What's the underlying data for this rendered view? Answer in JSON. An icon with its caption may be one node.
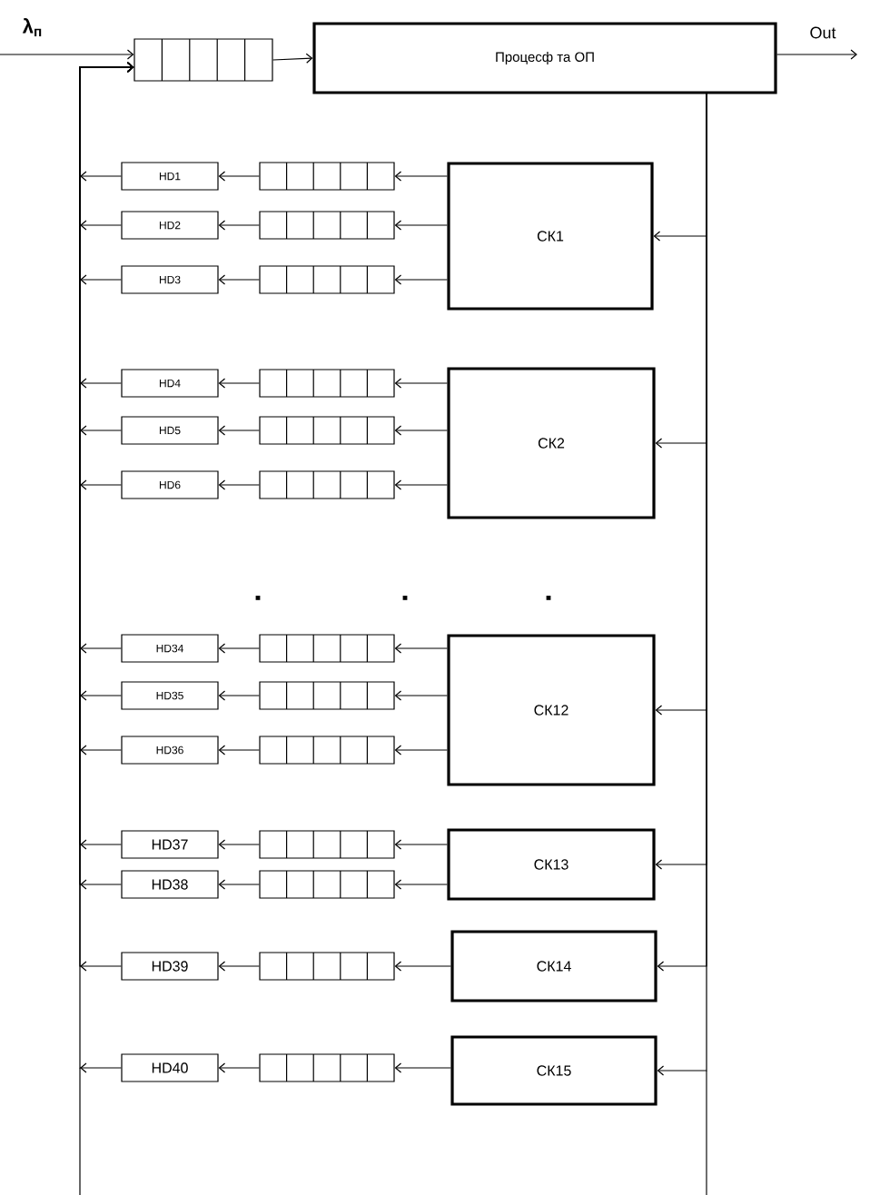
{
  "diagram": {
    "nodes": [
      {
        "text": [],
        "shape": "box"
      },
      {
        "text": [
          "Процесф та ОП"
        ]
      },
      {
        "text": [
          "HD1"
        ]
      },
      {
        "text": [],
        "shape": "box"
      },
      {
        "text": [
          "HD2"
        ]
      },
      {
        "text": [],
        "shape": "box"
      },
      {
        "text": [
          "HD3"
        ]
      },
      {
        "text": [],
        "shape": "box"
      },
      {
        "text": [
          "СК1"
        ]
      },
      {
        "text": [
          "HD4"
        ]
      },
      {
        "text": [],
        "shape": "box"
      },
      {
        "text": [
          "HD5"
        ]
      },
      {
        "text": [],
        "shape": "box"
      },
      {
        "text": [
          "HD6"
        ]
      },
      {
        "text": [],
        "shape": "box"
      },
      {
        "text": [
          "СК2"
        ]
      },
      {
        "text": [
          "HD34"
        ]
      },
      {
        "text": [],
        "shape": "box"
      },
      {
        "text": [
          "HD35"
        ]
      },
      {
        "text": [],
        "shape": "box"
      },
      {
        "text": [
          "HD36"
        ]
      },
      {
        "text": [],
        "shape": "box"
      },
      {
        "text": [
          "СК12"
        ]
      },
      {
        "text": [
          "HD37"
        ]
      },
      {
        "text": [],
        "shape": "box"
      },
      {
        "text": [
          "HD38"
        ]
      },
      {
        "text": [],
        "shape": "box"
      },
      {
        "text": [
          "СК13"
        ]
      },
      {
        "text": [
          "HD39"
        ]
      },
      {
        "text": [],
        "shape": "box"
      },
      {
        "text": [
          "СК14"
        ]
      },
      {
        "text": [
          "HD40"
        ]
      },
      {
        "text": [],
        "shape": "box"
      },
      {
        "text": [
          "СК15"
        ]
      }
    ],
    "edges": [
      {
        "from": null,
        "to": 0,
        "arrow": "to"
      },
      {
        "from": 0,
        "to": 1,
        "arrow": "to"
      },
      {
        "from": 1,
        "to": null,
        "arrow": "to",
        "label": "Out"
      },
      {
        "from": 1,
        "to": 8,
        "arrow": "to"
      },
      {
        "from": 1,
        "to": 15,
        "arrow": "to"
      },
      {
        "from": 1,
        "to": 22,
        "arrow": "to"
      },
      {
        "from": 1,
        "to": 27,
        "arrow": "to"
      },
      {
        "from": 1,
        "to": 30,
        "arrow": "to"
      },
      {
        "from": 1,
        "to": 33,
        "arrow": "to"
      },
      {
        "from": 8,
        "to": 3,
        "arrow": "to"
      },
      {
        "from": 3,
        "to": 2,
        "arrow": "to"
      },
      {
        "from": 2,
        "to": 0,
        "arrow": "to"
      },
      {
        "from": 8,
        "to": 5,
        "arrow": "to"
      },
      {
        "from": 5,
        "to": 4,
        "arrow": "to"
      },
      {
        "from": 4,
        "to": 0,
        "arrow": "to"
      },
      {
        "from": 8,
        "to": 7,
        "arrow": "to"
      },
      {
        "from": 7,
        "to": 6,
        "arrow": "to"
      },
      {
        "from": 6,
        "to": 0,
        "arrow": "to"
      },
      {
        "from": 15,
        "to": 10,
        "arrow": "to"
      },
      {
        "from": 10,
        "to": 9,
        "arrow": "to"
      },
      {
        "from": 9,
        "to": 0,
        "arrow": "to"
      },
      {
        "from": 15,
        "to": 12,
        "arrow": "to"
      },
      {
        "from": 12,
        "to": 11,
        "arrow": "to"
      },
      {
        "from": 11,
        "to": 0,
        "arrow": "to"
      },
      {
        "from": 15,
        "to": 14,
        "arrow": "to"
      },
      {
        "from": 14,
        "to": 13,
        "arrow": "to"
      },
      {
        "from": 13,
        "to": 0,
        "arrow": "to"
      },
      {
        "from": 22,
        "to": 17,
        "arrow": "to"
      },
      {
        "from": 17,
        "to": 16,
        "arrow": "to"
      },
      {
        "from": 16,
        "to": 0,
        "arrow": "to"
      },
      {
        "from": 22,
        "to": 19,
        "arrow": "to"
      },
      {
        "from": 19,
        "to": 18,
        "arrow": "to"
      },
      {
        "from": 18,
        "to": 0,
        "arrow": "to"
      },
      {
        "from": 22,
        "to": 21,
        "arrow": "to"
      },
      {
        "from": 21,
        "to": 20,
        "arrow": "to"
      },
      {
        "from": 20,
        "to": 0,
        "arrow": "to"
      },
      {
        "from": 27,
        "to": 24,
        "arrow": "to"
      },
      {
        "from": 24,
        "to": 23,
        "arrow": "to"
      },
      {
        "from": 23,
        "to": 0,
        "arrow": "to"
      },
      {
        "from": 27,
        "to": 26,
        "arrow": "to"
      },
      {
        "from": 26,
        "to": 25,
        "arrow": "to"
      },
      {
        "from": 25,
        "to": 0,
        "arrow": "to"
      },
      {
        "from": 30,
        "to": 29,
        "arrow": "to"
      },
      {
        "from": 29,
        "to": 28,
        "arrow": "to"
      },
      {
        "from": 28,
        "to": 0,
        "arrow": "to"
      },
      {
        "from": 33,
        "to": 32,
        "arrow": "to"
      },
      {
        "from": 32,
        "to": 31,
        "arrow": "to"
      },
      {
        "from": 31,
        "to": 0,
        "arrow": "to"
      }
    ],
    "labels": [
      "λ$_{п}$"
    ]
  }
}
